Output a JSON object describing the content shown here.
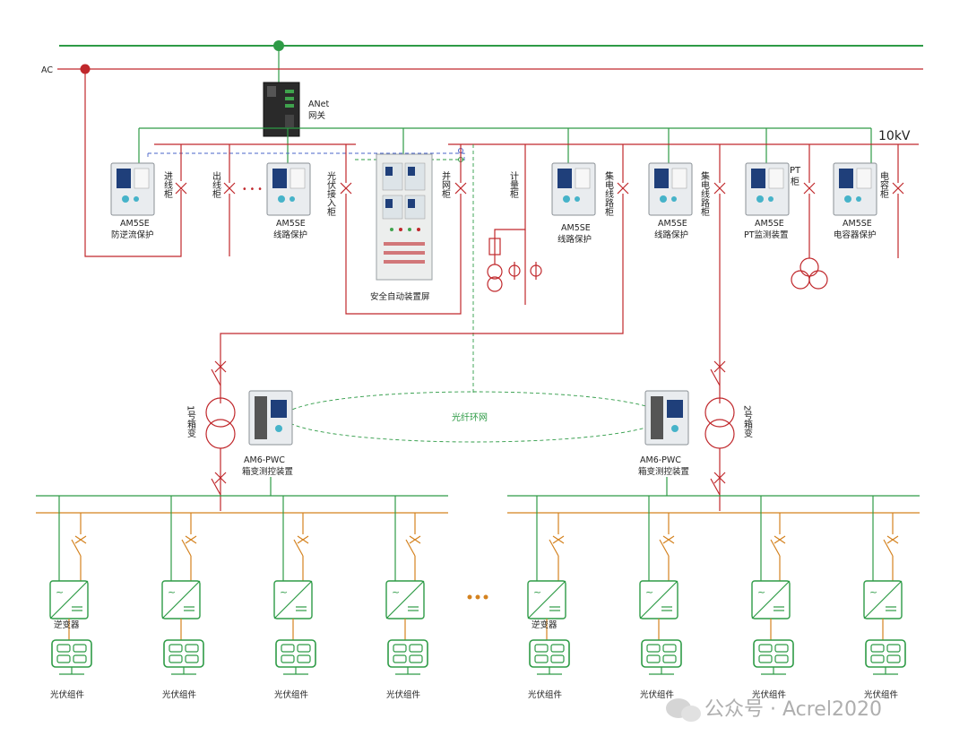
{
  "bus": {
    "ac_label": "AC",
    "kv_label": "10kV"
  },
  "gateway": {
    "label_1": "ANet",
    "label_2": "网关"
  },
  "cabinets": {
    "incoming": "进线柜",
    "outgoing": "出线柜",
    "pv_access": "光伏接入柜",
    "grid_tie": "并网柜",
    "metering": "计量柜",
    "collector_1": "集电线路柜",
    "collector_2": "集电线路柜",
    "pt": {
      "top": "PT",
      "bottom": "柜"
    },
    "capacitor": "电容柜"
  },
  "ellipsis": "• • •",
  "devices": {
    "d1": {
      "model": "AM5SE",
      "function": "防逆流保护"
    },
    "d2": {
      "model": "AM5SE",
      "function": "线路保护"
    },
    "d3": {
      "model": "AM5SE",
      "function": "线路保护"
    },
    "d4": {
      "model": "AM5SE",
      "function": "线路保护"
    },
    "d5": {
      "model": "AM5SE",
      "function": "PT监测装置"
    },
    "d6": {
      "model": "AM5SE",
      "function": "电容器保护"
    }
  },
  "screen": {
    "label": "安全自动装置屏"
  },
  "transformers": {
    "t1": "1号箱变",
    "t2": "2号箱变"
  },
  "pwc": {
    "p1": {
      "model": "AM6-PWC",
      "function": "箱变测控装置"
    },
    "p2": {
      "model": "AM6-PWC",
      "function": "箱变测控装置"
    }
  },
  "ring": {
    "label": "光纤环网"
  },
  "inverter_label": "逆变器",
  "pv_label": "光伏组件",
  "watermark": "公众号 · Acrel2020"
}
